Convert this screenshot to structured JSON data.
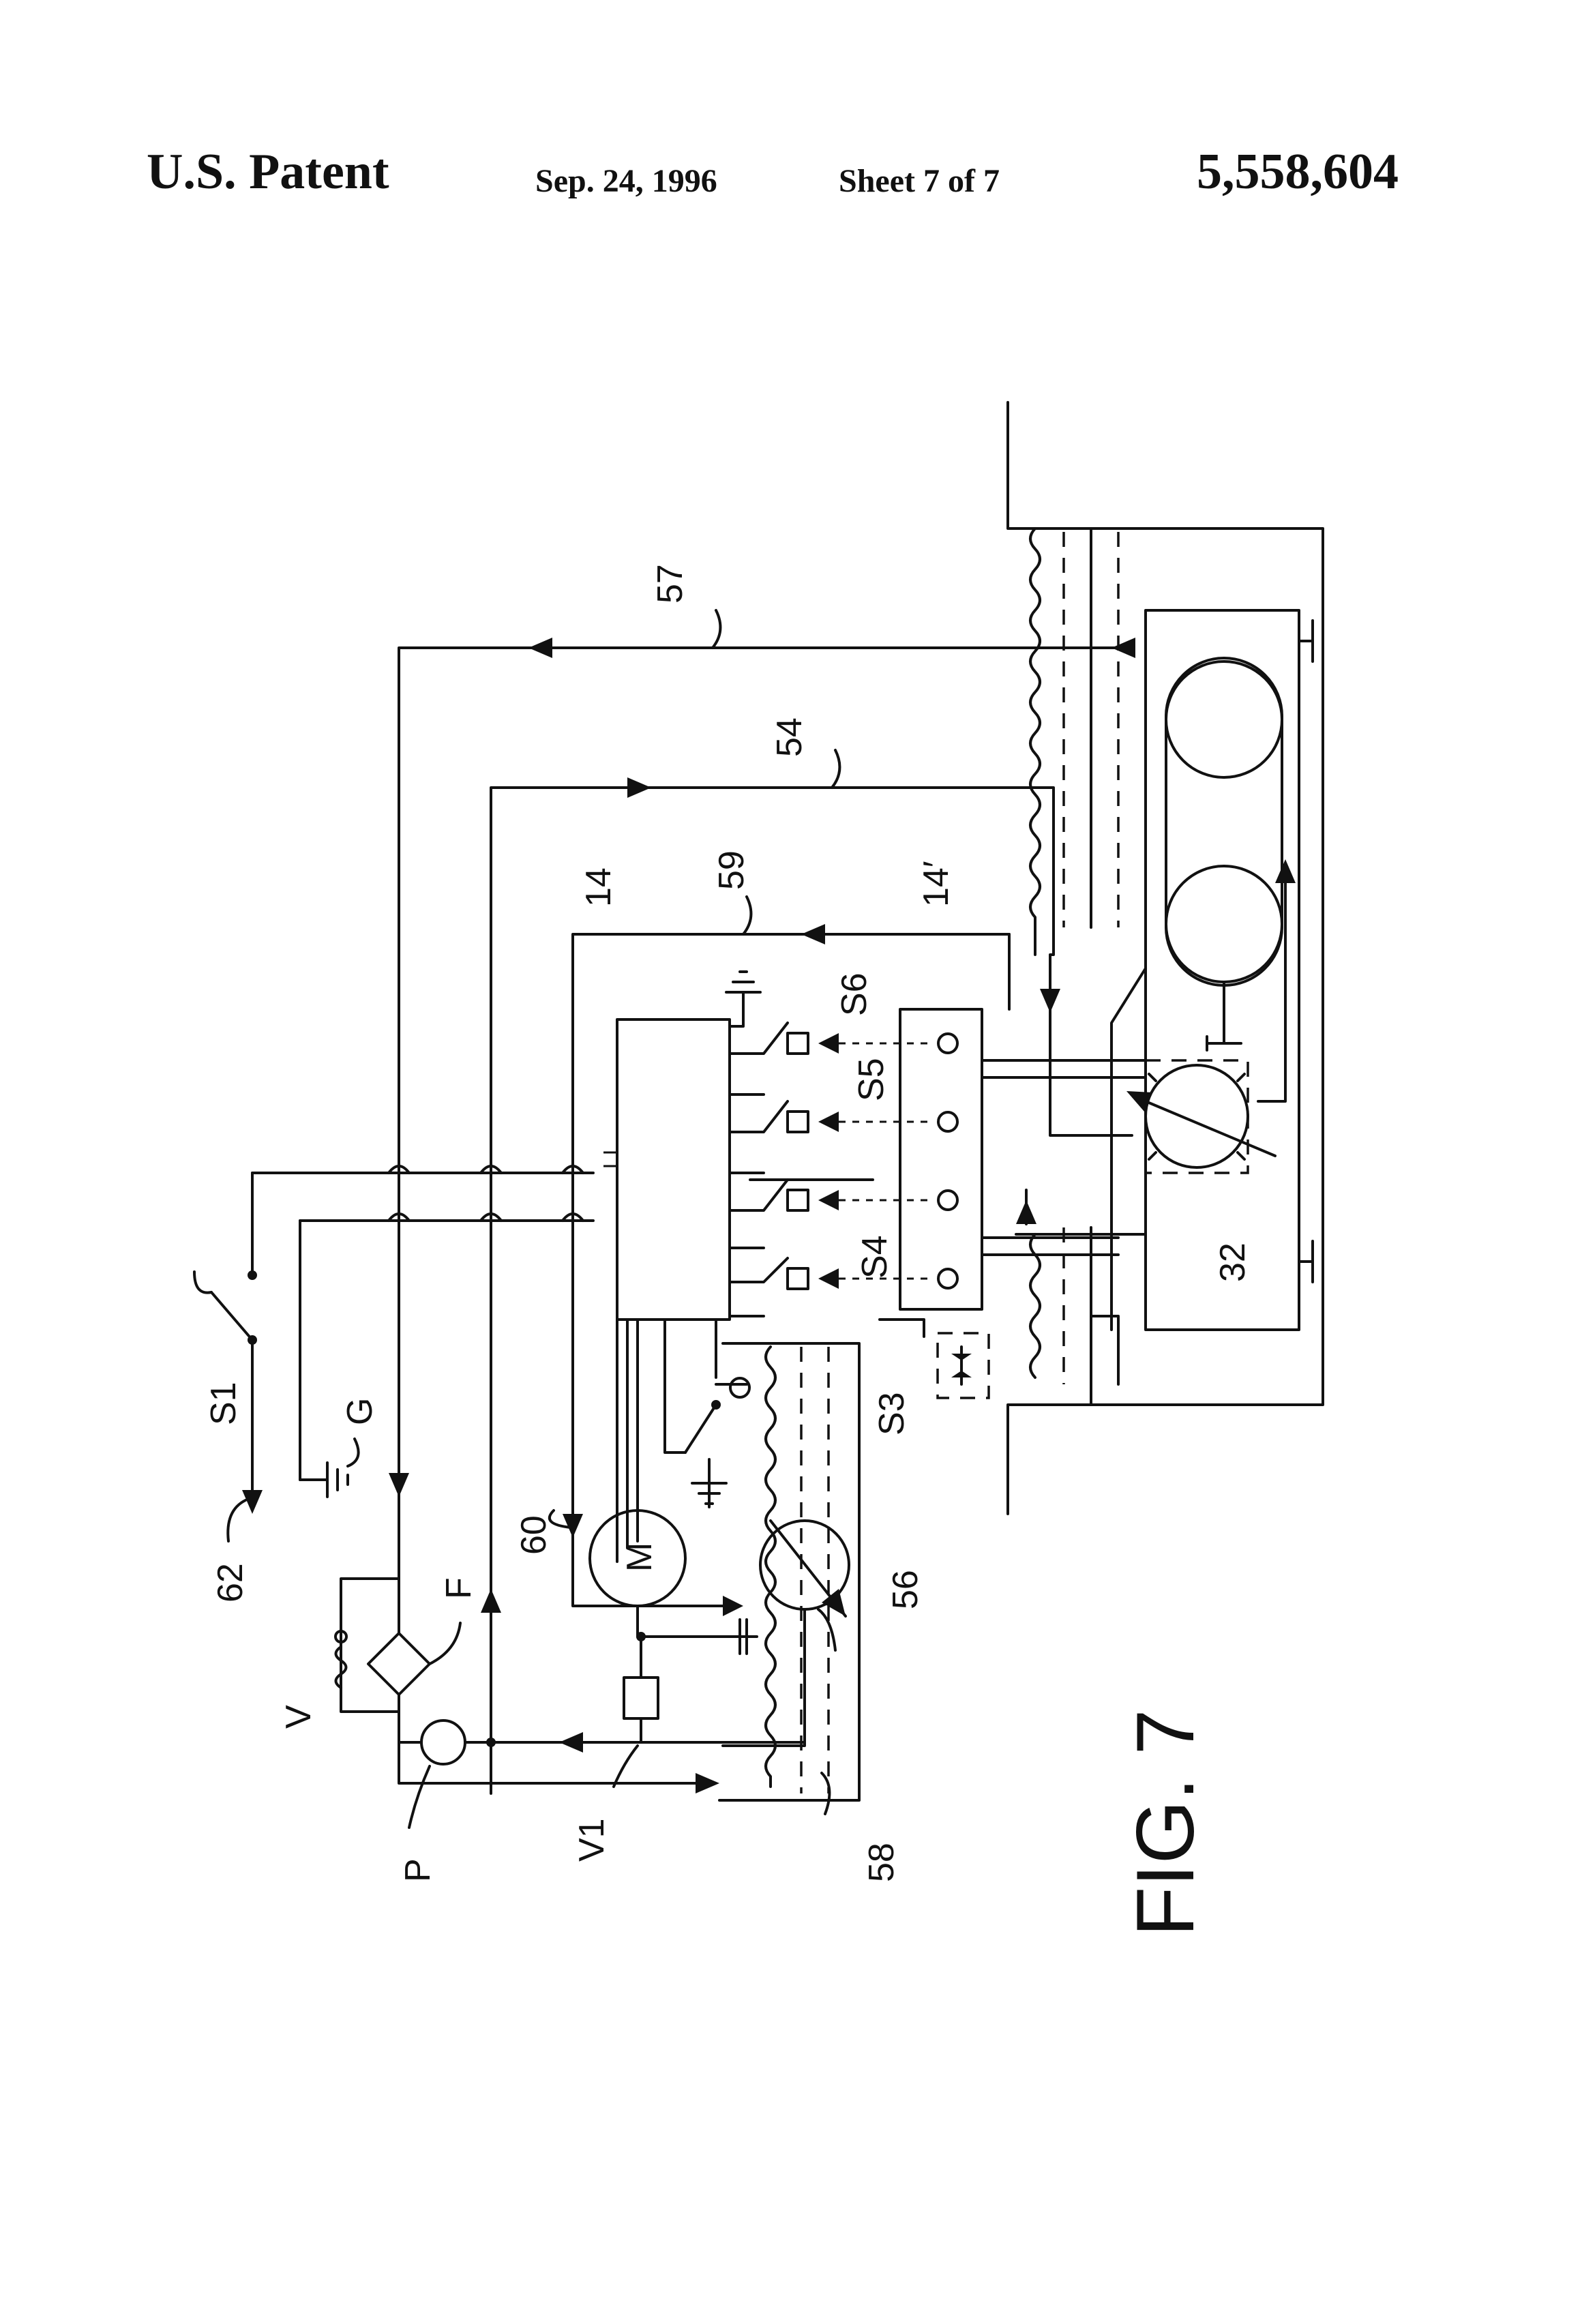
{
  "header": {
    "office": "U.S. Patent",
    "date": "Sep. 24, 1996",
    "sheet": "Sheet 7 of 7",
    "patent_number": "5,558,604"
  },
  "figure": {
    "title": "FIG. 7",
    "labels": {
      "l57": "57",
      "l54": "54",
      "l59": "59",
      "l14": "14",
      "l14p": "14′",
      "s6": "S6",
      "s5": "S5",
      "s4": "S4",
      "s3": "S3",
      "s1": "S1",
      "g": "G",
      "l62": "62",
      "l60": "60",
      "m": "M",
      "l56": "56",
      "l32": "32",
      "f": "F",
      "v": "V",
      "p": "P",
      "v1": "V1",
      "l58": "58"
    }
  }
}
